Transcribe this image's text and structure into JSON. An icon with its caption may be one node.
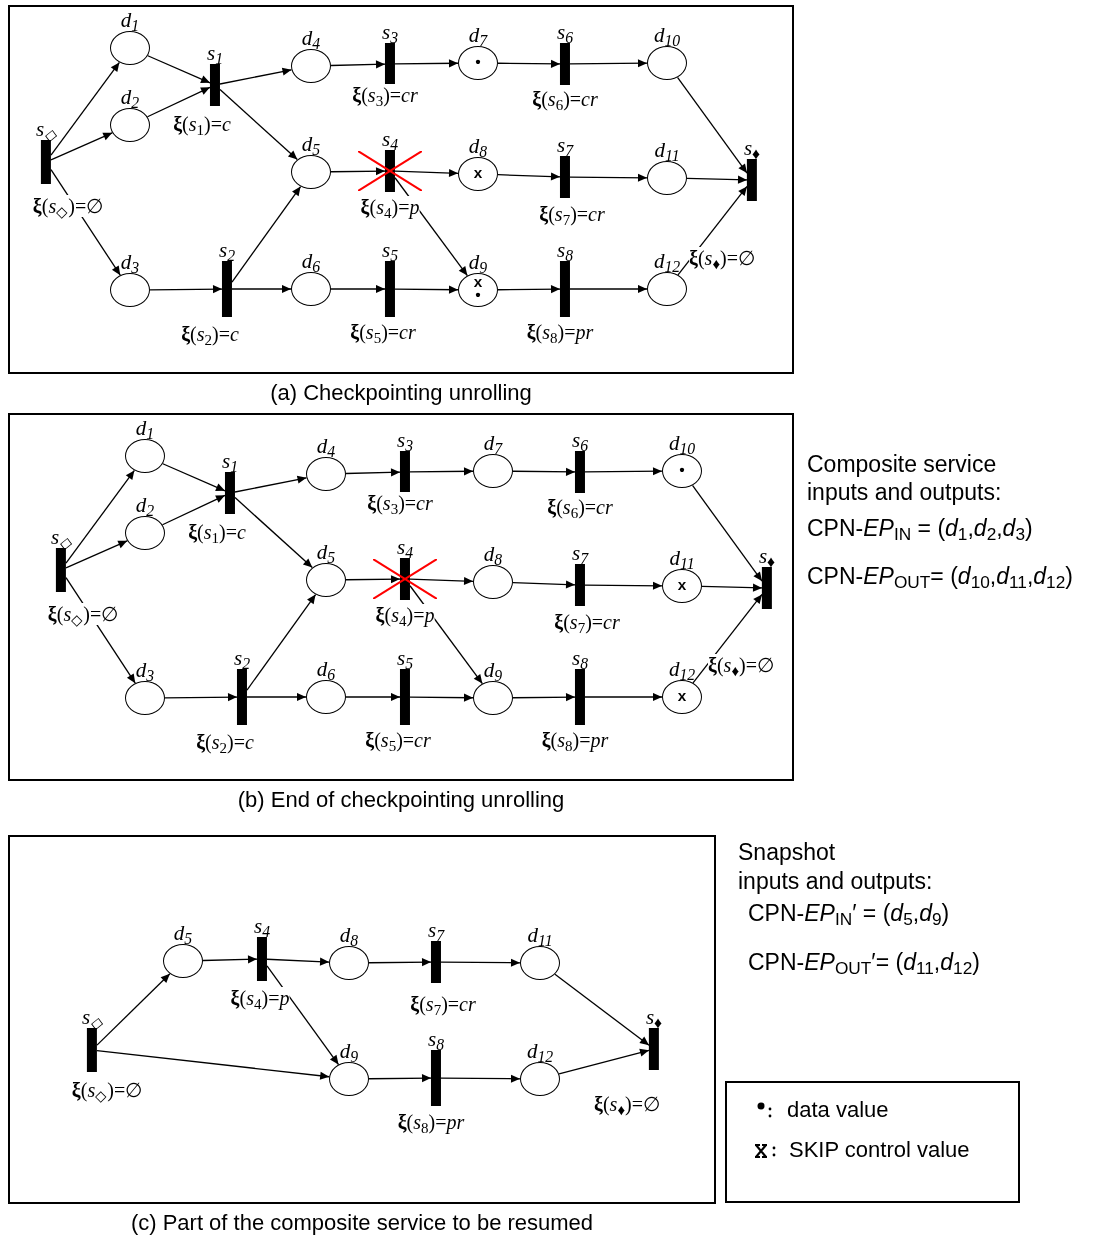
{
  "diagram": {
    "nodes": [
      {
        "text": [
          "(a) Checkpointing unrolling"
        ]
      },
      {
        "text": [
          "s$_{◇}$"
        ],
        "in": 0,
        "beside": [
          "**ξ**(*s*$_{◇}$)=∅"
        ]
      },
      {
        "text": [
          "d$_{1}$"
        ],
        "in": 0
      },
      {
        "text": [
          "d$_{2}$"
        ],
        "in": 0
      },
      {
        "text": [
          "d$_{3}$"
        ],
        "in": 0
      },
      {
        "text": [
          "s$_{1}$"
        ],
        "in": 0,
        "beside": [
          "**ξ**(*s*$_{1}$)=*c*"
        ]
      },
      {
        "text": [
          "s$_{2}$"
        ],
        "in": 0,
        "beside": [
          "**ξ**(*s*$_{2}$)=*c*"
        ]
      },
      {
        "text": [
          "d$_{4}$"
        ],
        "in": 0
      },
      {
        "text": [
          "d$_{5}$"
        ],
        "in": 0
      },
      {
        "text": [
          "d$_{6}$"
        ],
        "in": 0
      },
      {
        "text": [
          "s$_{3}$"
        ],
        "in": 0,
        "beside": [
          "**ξ**(*s*$_{3}$)=*cr*"
        ]
      },
      {
        "text": [
          "s$_{4}$"
        ],
        "in": 0,
        "beside": [
          "**ξ**(*s*$_{4}$)=*p*"
        ]
      },
      {
        "text": [
          "s$_{5}$"
        ],
        "in": 0,
        "beside": [
          "**ξ**(*s*$_{5}$)=*cr*"
        ]
      },
      {
        "text": [
          "d$_{7}$",
          "•"
        ],
        "in": 0
      },
      {
        "text": [
          "d$_{8}$",
          "x"
        ],
        "in": 0
      },
      {
        "text": [
          "d$_{9}$",
          "x",
          "•"
        ],
        "in": 0
      },
      {
        "text": [
          "s$_{6}$"
        ],
        "in": 0,
        "beside": [
          "**ξ**(*s*$_{6}$)=*cr*"
        ]
      },
      {
        "text": [
          "s$_{7}$"
        ],
        "in": 0,
        "beside": [
          "**ξ**(*s*$_{7}$)=*cr*"
        ]
      },
      {
        "text": [
          "s$_{8}$"
        ],
        "in": 0,
        "beside": [
          "**ξ**(*s*$_{8}$)=*pr*"
        ]
      },
      {
        "text": [
          "d$_{10}$"
        ],
        "in": 0
      },
      {
        "text": [
          "d$_{11}$"
        ],
        "in": 0
      },
      {
        "text": [
          "d$_{12}$"
        ],
        "in": 0
      },
      {
        "text": [
          "s$_{♦}$"
        ],
        "in": 0
      },
      {
        "text": [
          "(b) End of checkpointing unrolling"
        ]
      },
      {
        "text": [
          "s$_{◇}$"
        ],
        "in": 23,
        "beside": [
          "**ξ**(*s*$_{◇}$)=∅"
        ]
      },
      {
        "text": [
          "d$_{1}$"
        ],
        "in": 23
      },
      {
        "text": [
          "d$_{2}$"
        ],
        "in": 23
      },
      {
        "text": [
          "d$_{3}$"
        ],
        "in": 23
      },
      {
        "text": [
          "s$_{1}$"
        ],
        "in": 23,
        "beside": [
          "**ξ**(*s*$_{1}$)=*c*"
        ]
      },
      {
        "text": [
          "s$_{2}$"
        ],
        "in": 23,
        "beside": [
          "**ξ**(*s*$_{2}$)=*c*"
        ]
      },
      {
        "text": [
          "d$_{4}$"
        ],
        "in": 23
      },
      {
        "text": [
          "d$_{5}$"
        ],
        "in": 23
      },
      {
        "text": [
          "d$_{6}$"
        ],
        "in": 23
      },
      {
        "text": [
          "s$_{3}$"
        ],
        "in": 23,
        "beside": [
          "**ξ**(*s*$_{3}$)=*cr*"
        ]
      },
      {
        "text": [
          "s$_{4}$"
        ],
        "in": 23,
        "beside": [
          "**ξ**(*s*$_{4}$)=*p*"
        ]
      },
      {
        "text": [
          "s$_{5}$"
        ],
        "in": 23,
        "beside": [
          "**ξ**(*s*$_{5}$)=*cr*"
        ]
      },
      {
        "text": [
          "d$_{7}$"
        ],
        "in": 23
      },
      {
        "text": [
          "d$_{8}$"
        ],
        "in": 23
      },
      {
        "text": [
          "d$_{9}$"
        ],
        "in": 23
      },
      {
        "text": [
          "s$_{6}$"
        ],
        "in": 23,
        "beside": [
          "**ξ**(*s*$_{6}$)=*cr*"
        ]
      },
      {
        "text": [
          "s$_{7}$"
        ],
        "in": 23,
        "beside": [
          "**ξ**(*s*$_{7}$)=*cr*"
        ]
      },
      {
        "text": [
          "s$_{8}$"
        ],
        "in": 23,
        "beside": [
          "**ξ**(*s*$_{8}$)=*pr*"
        ]
      },
      {
        "text": [
          "d$_{10}$",
          "•"
        ],
        "in": 23
      },
      {
        "text": [
          "d$_{11}$",
          "x"
        ],
        "in": 23
      },
      {
        "text": [
          "d$_{12}$",
          "x"
        ],
        "in": 23
      },
      {
        "text": [
          "s$_{♦}$"
        ],
        "in": 23
      },
      {
        "text": [
          "(c) Part of the composite service to be resumed"
        ]
      },
      {
        "text": [
          "s$_{◇}$"
        ],
        "in": 46,
        "beside": [
          "**ξ**(*s*$_{◇}$)=∅"
        ]
      },
      {
        "text": [
          "d$_{5}$"
        ],
        "in": 46
      },
      {
        "text": [
          "s$_{4}$"
        ],
        "in": 46,
        "beside": [
          "**ξ**(*s*$_{4}$)=*p*"
        ]
      },
      {
        "text": [
          "d$_{8}$"
        ],
        "in": 46
      },
      {
        "text": [
          "d$_{9}$"
        ],
        "in": 46
      },
      {
        "text": [
          "s$_{7}$"
        ],
        "in": 46,
        "beside": [
          "**ξ**(*s*$_{7}$)=*cr*"
        ]
      },
      {
        "text": [
          "s$_{8}$"
        ],
        "in": 46,
        "beside": [
          "**ξ**(*s*$_{8}$)=*pr*"
        ]
      },
      {
        "text": [
          "d$_{11}$"
        ],
        "in": 46
      },
      {
        "text": [
          "d$_{12}$"
        ],
        "in": 46
      },
      {
        "text": [
          "s$_{♦}$"
        ],
        "in": 46,
        "beside": [
          "**ξ**(*s*$_{♦}$)=∅"
        ]
      }
    ],
    "edges": [
      {
        "from": 1,
        "to": 2,
        "arrow": "to"
      },
      {
        "from": 1,
        "to": 3,
        "arrow": "to"
      },
      {
        "from": 1,
        "to": 4,
        "arrow": "to"
      },
      {
        "from": 2,
        "to": 5,
        "arrow": "to"
      },
      {
        "from": 3,
        "to": 5,
        "arrow": "to"
      },
      {
        "from": 5,
        "to": 7,
        "arrow": "to"
      },
      {
        "from": 5,
        "to": 8,
        "arrow": "to"
      },
      {
        "from": 4,
        "to": 6,
        "arrow": "to"
      },
      {
        "from": 6,
        "to": 8,
        "arrow": "to"
      },
      {
        "from": 6,
        "to": 9,
        "arrow": "to"
      },
      {
        "from": 7,
        "to": 10,
        "arrow": "to"
      },
      {
        "from": 10,
        "to": 13,
        "arrow": "to"
      },
      {
        "from": 8,
        "to": 11,
        "arrow": "to"
      },
      {
        "from": 11,
        "to": 14,
        "arrow": "to"
      },
      {
        "from": 11,
        "to": 15,
        "arrow": "to"
      },
      {
        "from": 9,
        "to": 12,
        "arrow": "to"
      },
      {
        "from": 12,
        "to": 15,
        "arrow": "to"
      },
      {
        "from": 13,
        "to": 16,
        "arrow": "to"
      },
      {
        "from": 16,
        "to": 19,
        "arrow": "to"
      },
      {
        "from": 14,
        "to": 17,
        "arrow": "to"
      },
      {
        "from": 17,
        "to": 20,
        "arrow": "to"
      },
      {
        "from": 15,
        "to": 18,
        "arrow": "to"
      },
      {
        "from": 18,
        "to": 21,
        "arrow": "to"
      },
      {
        "from": 19,
        "to": 22,
        "arrow": "to"
      },
      {
        "from": 20,
        "to": 22,
        "arrow": "to"
      },
      {
        "from": 21,
        "to": 22,
        "arrow": "to"
      },
      {
        "from": 24,
        "to": 25,
        "arrow": "to"
      },
      {
        "from": 24,
        "to": 26,
        "arrow": "to"
      },
      {
        "from": 24,
        "to": 27,
        "arrow": "to"
      },
      {
        "from": 25,
        "to": 28,
        "arrow": "to"
      },
      {
        "from": 26,
        "to": 28,
        "arrow": "to"
      },
      {
        "from": 28,
        "to": 30,
        "arrow": "to"
      },
      {
        "from": 28,
        "to": 31,
        "arrow": "to"
      },
      {
        "from": 27,
        "to": 29,
        "arrow": "to"
      },
      {
        "from": 29,
        "to": 31,
        "arrow": "to"
      },
      {
        "from": 29,
        "to": 32,
        "arrow": "to"
      },
      {
        "from": 30,
        "to": 33,
        "arrow": "to"
      },
      {
        "from": 33,
        "to": 36,
        "arrow": "to"
      },
      {
        "from": 31,
        "to": 34,
        "arrow": "to"
      },
      {
        "from": 34,
        "to": 37,
        "arrow": "to"
      },
      {
        "from": 34,
        "to": 38,
        "arrow": "to"
      },
      {
        "from": 32,
        "to": 35,
        "arrow": "to"
      },
      {
        "from": 35,
        "to": 38,
        "arrow": "to"
      },
      {
        "from": 36,
        "to": 39,
        "arrow": "to"
      },
      {
        "from": 39,
        "to": 42,
        "arrow": "to"
      },
      {
        "from": 37,
        "to": 40,
        "arrow": "to"
      },
      {
        "from": 40,
        "to": 43,
        "arrow": "to"
      },
      {
        "from": 38,
        "to": 41,
        "arrow": "to"
      },
      {
        "from": 41,
        "to": 44,
        "arrow": "to"
      },
      {
        "from": 42,
        "to": 45,
        "arrow": "to"
      },
      {
        "from": 43,
        "to": 45,
        "arrow": "to"
      },
      {
        "from": 44,
        "to": 45,
        "arrow": "to"
      },
      {
        "from": 47,
        "to": 48,
        "arrow": "to"
      },
      {
        "from": 47,
        "to": 51,
        "arrow": "to"
      },
      {
        "from": 48,
        "to": 49,
        "arrow": "to"
      },
      {
        "from": 49,
        "to": 50,
        "arrow": "to"
      },
      {
        "from": 49,
        "to": 51,
        "arrow": "to"
      },
      {
        "from": 50,
        "to": 52,
        "arrow": "to"
      },
      {
        "from": 52,
        "to": 54,
        "arrow": "to"
      },
      {
        "from": 51,
        "to": 53,
        "arrow": "to"
      },
      {
        "from": 53,
        "to": 55,
        "arrow": "to"
      },
      {
        "from": 54,
        "to": 56,
        "arrow": "to"
      },
      {
        "from": 55,
        "to": 56,
        "arrow": "to"
      }
    ],
    "labels": [
      "**ξ**(*s*$_{♦}$)=∅",
      "Composite service inputs and outputs:",
      "CPN-*EP*$_{IN}$ = (*d*$_{1}$,*d*$_{2}$,*d*$_{3}$)",
      "CPN-*EP*$_{OUT}$= (*d*$_{10}$,*d*$_{11}$,*d*$_{12}$)",
      "**ξ**(*s*$_{♦}$)=∅",
      "Snapshot",
      "inputs and outputs:",
      "CPN-*EP*$_{IN}$′ = (*d*$_{5}$,*d*$_{9}$)",
      "CPN-*EP*$_{OUT}$′= (*d*$_{11}$,*d*$_{12}$)"
    ],
    "legend": [
      {
        "text": "data value"
      },
      {
        "text": "SKIP control value"
      }
    ]
  }
}
